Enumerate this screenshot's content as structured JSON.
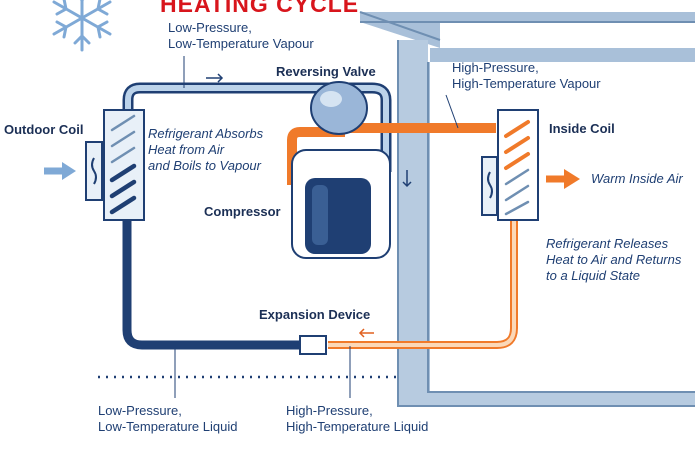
{
  "title": "HEATING CYCLE",
  "labels": {
    "lp_vapour": [
      "Low-Pressure,",
      "Low-Temperature Vapour"
    ],
    "hp_vapour": [
      "High-Pressure,",
      "High-Temperature Vapour"
    ],
    "reversing_valve": "Reversing Valve",
    "outdoor_coil": "Outdoor Coil",
    "inside_coil": "Inside Coil",
    "absorbs": [
      "Refrigerant Absorbs",
      "Heat from Air",
      "and Boils to Vapour"
    ],
    "compressor": "Compressor",
    "warm_air": "Warm Inside Air",
    "releases": [
      "Refrigerant Releases",
      "Heat to Air and Returns",
      "to a Liquid State"
    ],
    "expansion_device": "Expansion Device",
    "lp_liquid": [
      "Low-Pressure,",
      "Low-Temperature Liquid"
    ],
    "hp_liquid": [
      "High-Pressure,",
      "High-Temperature Liquid"
    ]
  },
  "colors": {
    "cold_line": "#1f3f73",
    "cold_line_light": "#bcd3ea",
    "hot_line": "#f07a2a",
    "hot_line_light": "#fbd8b8",
    "house": "#a9c0d9",
    "house_dark": "#6f8fb2",
    "text": "#1f3f73",
    "accent_red": "#d8151c"
  },
  "icons": {
    "snowflake": "snowflake-icon",
    "fan_outdoor": "fan-icon",
    "fan_inside": "fan-icon"
  }
}
